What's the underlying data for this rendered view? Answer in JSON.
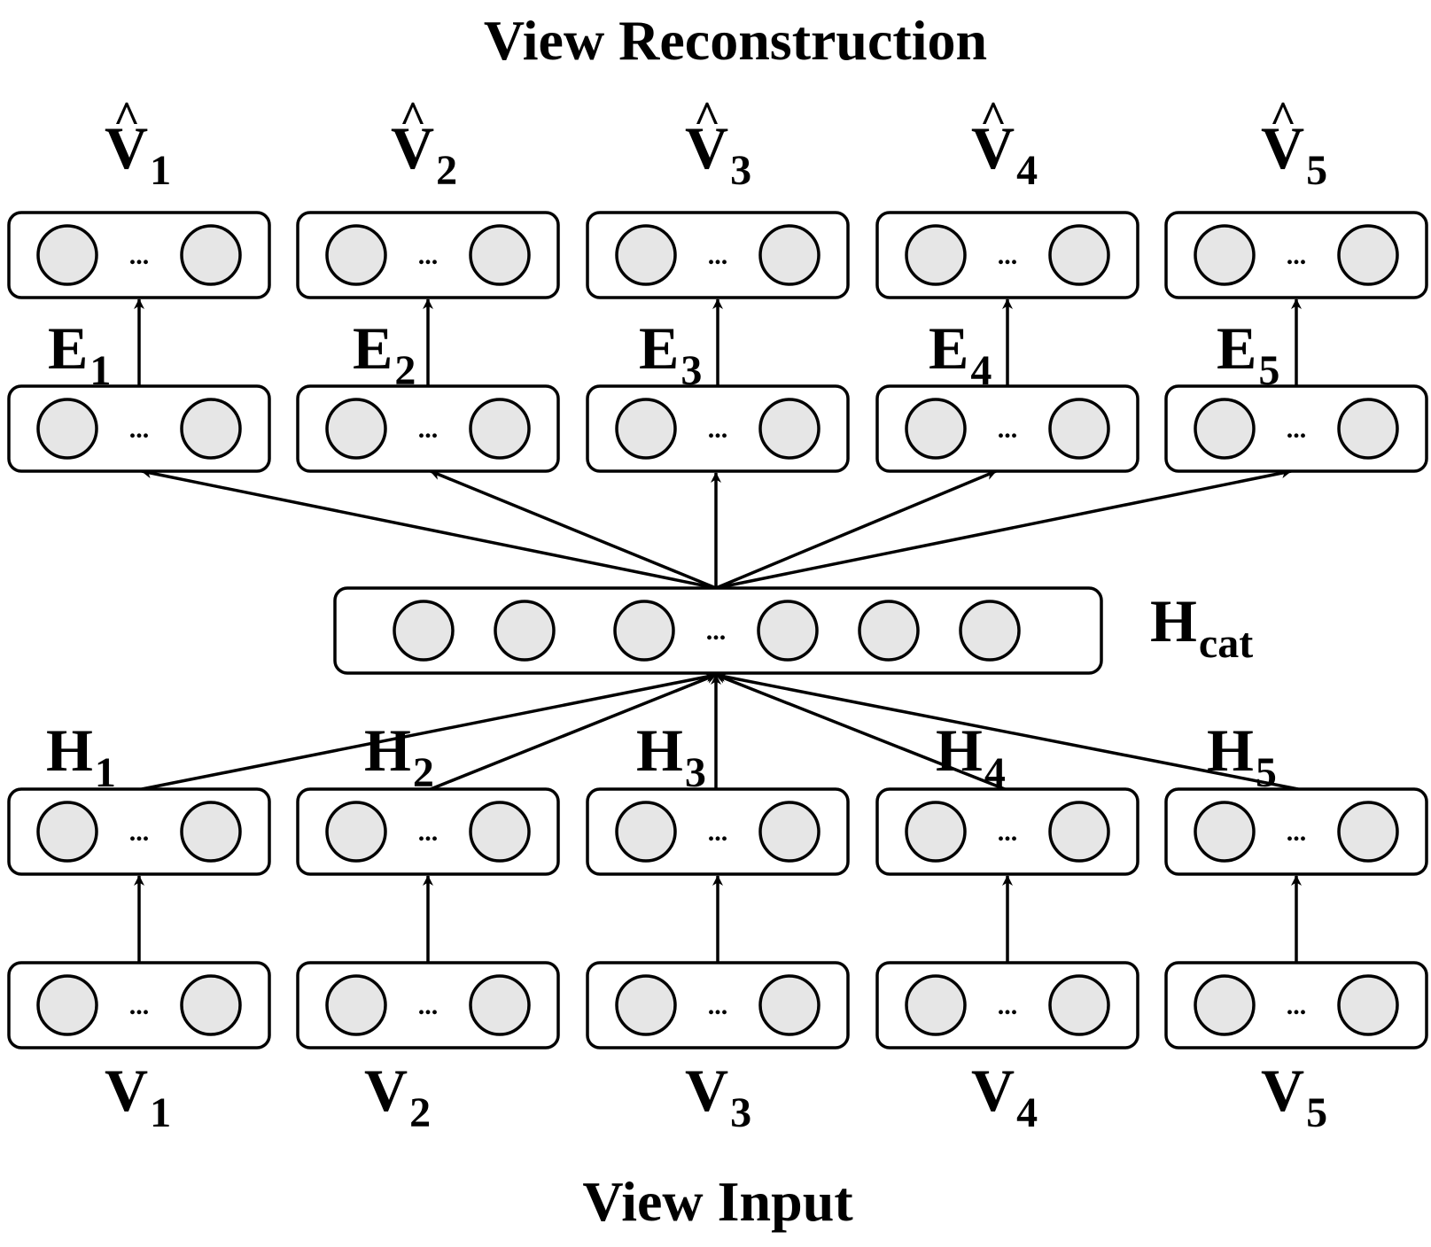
{
  "title_top": "View Reconstruction",
  "title_bottom": "View Input",
  "ellipsis": "...",
  "hat_symbol": "^",
  "views": [
    {
      "recon_main": "V",
      "recon_sub": "1",
      "enc_main": "E",
      "enc_sub": "1",
      "hid_main": "H",
      "hid_sub": "1",
      "in_main": "V",
      "in_sub": "1"
    },
    {
      "recon_main": "V",
      "recon_sub": "2",
      "enc_main": "E",
      "enc_sub": "2",
      "hid_main": "H",
      "hid_sub": "2",
      "in_main": "V",
      "in_sub": "2"
    },
    {
      "recon_main": "V",
      "recon_sub": "3",
      "enc_main": "E",
      "enc_sub": "3",
      "hid_main": "H",
      "hid_sub": "3",
      "in_main": "V",
      "in_sub": "3"
    },
    {
      "recon_main": "V",
      "recon_sub": "4",
      "enc_main": "E",
      "enc_sub": "4",
      "hid_main": "H",
      "hid_sub": "4",
      "in_main": "V",
      "in_sub": "4"
    },
    {
      "recon_main": "V",
      "recon_sub": "5",
      "enc_main": "E",
      "enc_sub": "5",
      "hid_main": "H",
      "hid_sub": "5",
      "in_main": "V",
      "in_sub": "5"
    }
  ],
  "concat": {
    "main": "H",
    "sub": "cat"
  }
}
